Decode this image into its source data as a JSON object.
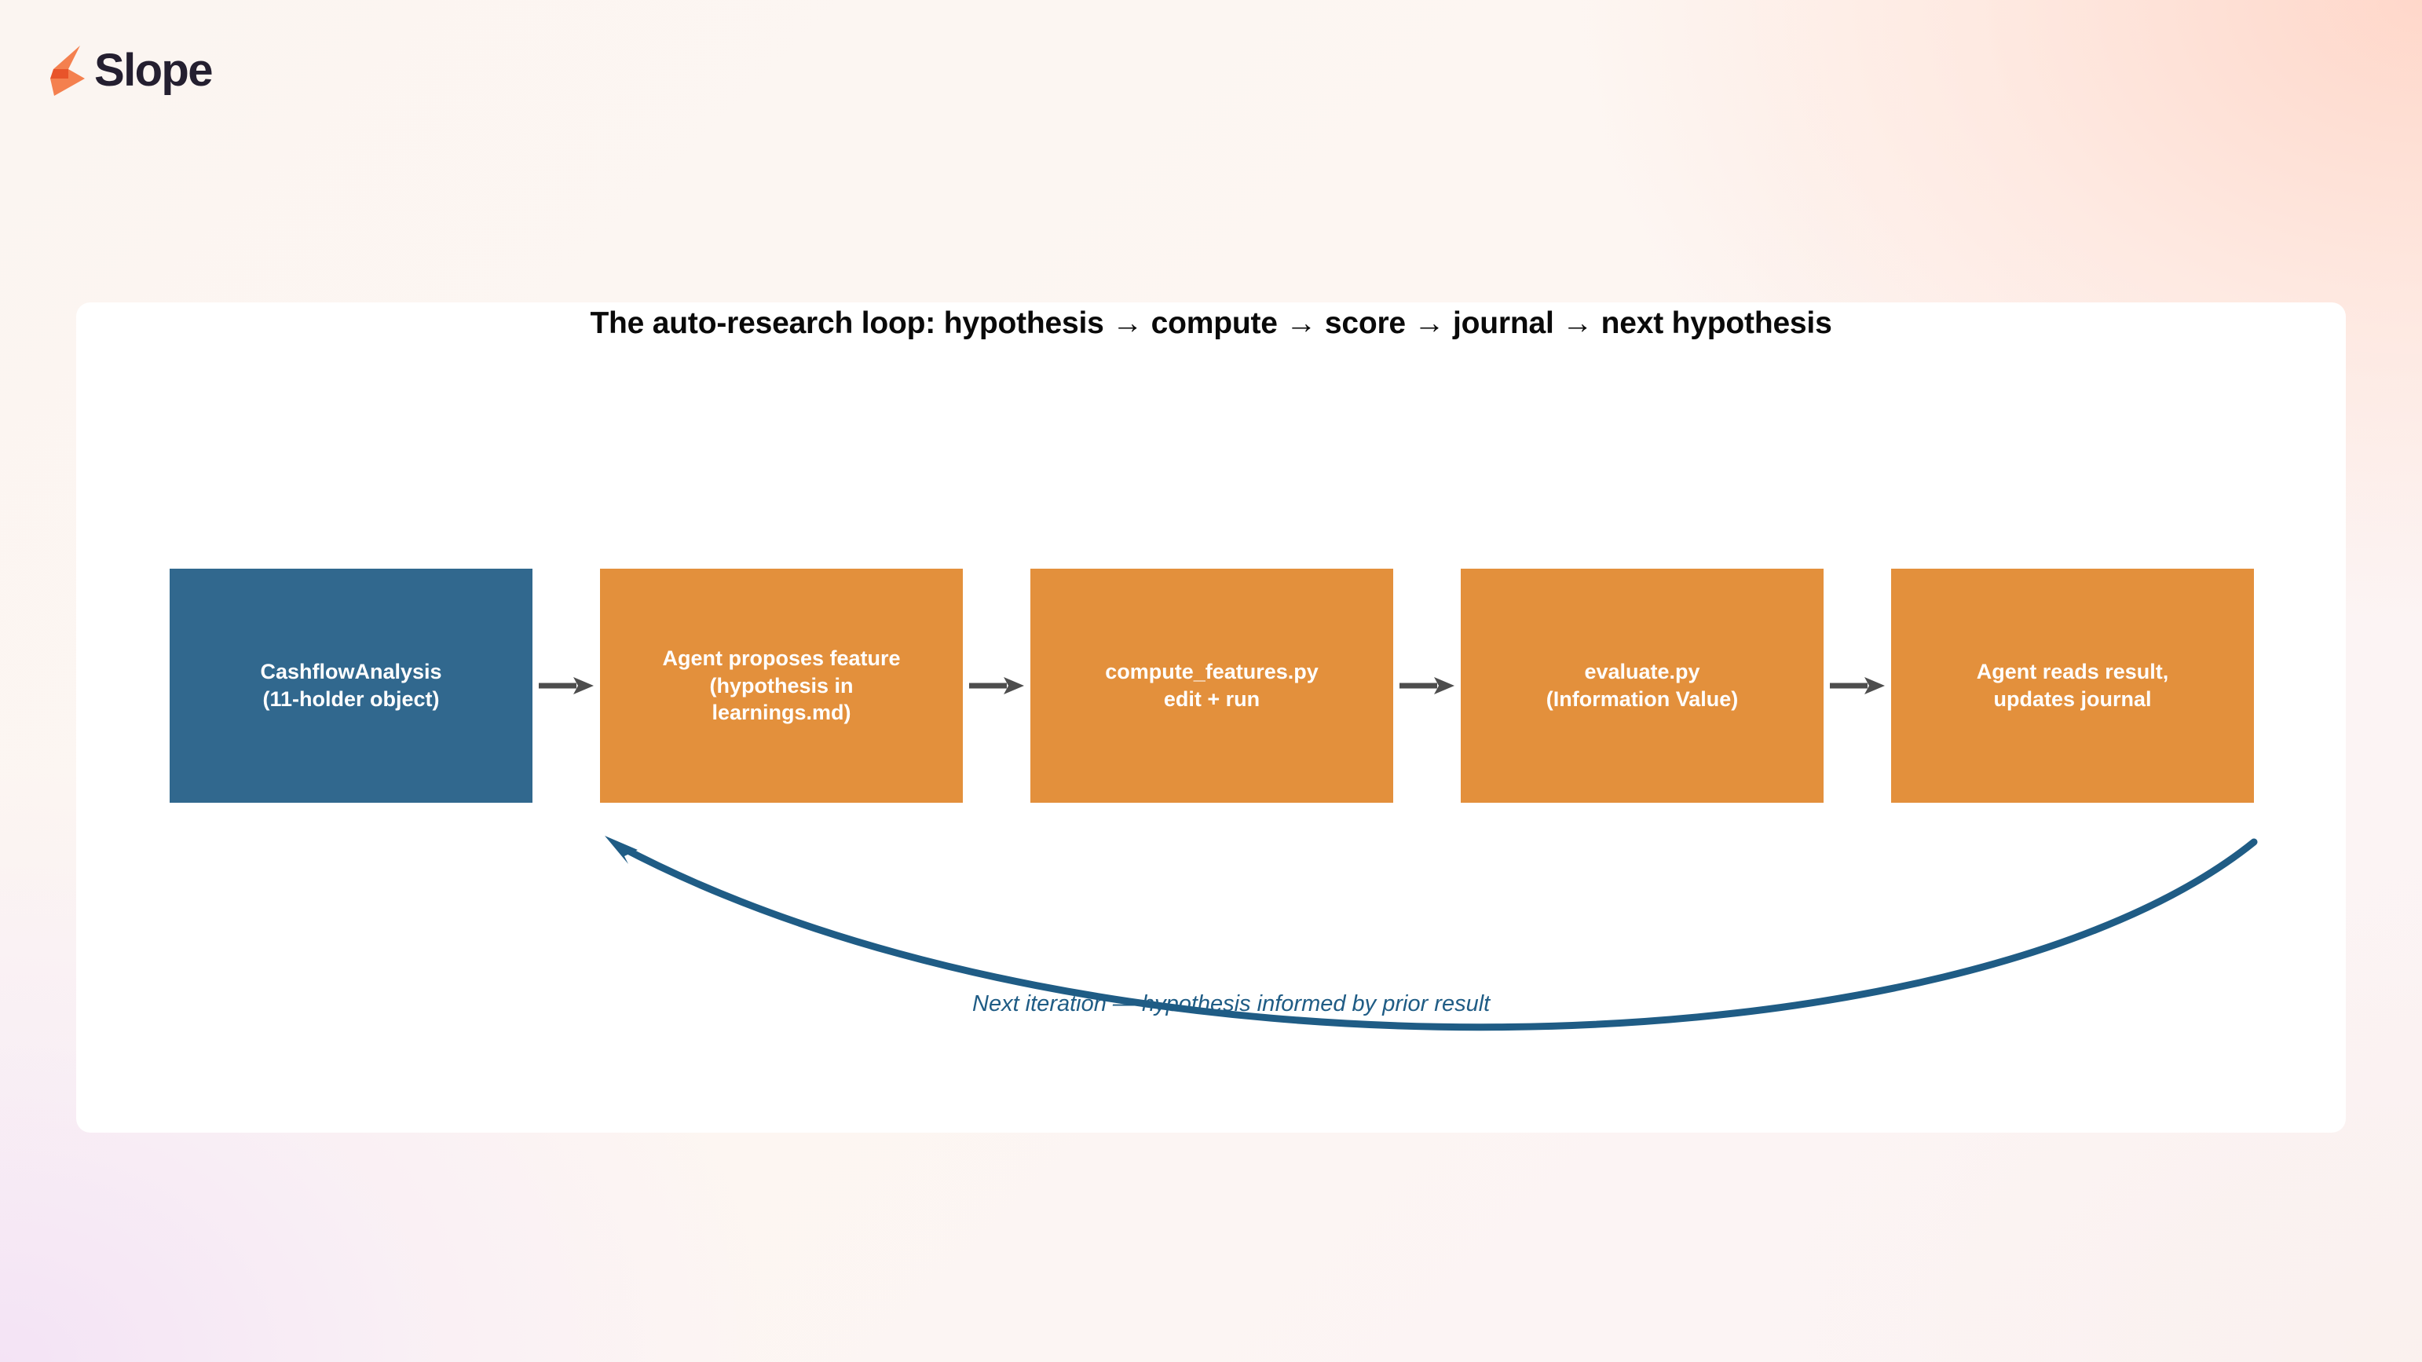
{
  "brand": {
    "name": "Slope",
    "mark_icon": "lightning-bolt-icon",
    "wordmark_color": "#241f30",
    "bolt_color_light": "#f4804f",
    "bolt_color_dark": "#e8542a"
  },
  "card": {
    "title": "The auto-research loop: hypothesis → compute → score → journal → next hypothesis",
    "background": "#ffffff"
  },
  "diagram": {
    "type": "flowchart",
    "orientation": "left-to-right",
    "node_fill_primary": "#31688e",
    "node_fill_secondary": "#e3903c",
    "node_text_color": "#ffffff",
    "connector_color": "#4d4d4d",
    "loop_color": "#1f5c85",
    "nodes": [
      {
        "id": "cashflow-analysis",
        "label": "CashflowAnalysis\n(11-holder object)",
        "color": "blue"
      },
      {
        "id": "agent-proposes-feature",
        "label": "Agent proposes feature\n(hypothesis in\nlearnings.md)",
        "color": "orange"
      },
      {
        "id": "compute-features",
        "label": "compute_features.py\nedit + run",
        "color": "orange"
      },
      {
        "id": "evaluate",
        "label": "evaluate.py\n(Information Value)",
        "color": "orange"
      },
      {
        "id": "agent-reads-result",
        "label": "Agent reads result,\nupdates journal",
        "color": "orange"
      }
    ],
    "connectors": [
      {
        "from": "cashflow-analysis",
        "to": "agent-proposes-feature"
      },
      {
        "from": "agent-proposes-feature",
        "to": "compute-features"
      },
      {
        "from": "compute-features",
        "to": "evaluate"
      },
      {
        "from": "evaluate",
        "to": "agent-reads-result"
      }
    ],
    "feedback_loop": {
      "from": "agent-reads-result",
      "to": "agent-proposes-feature",
      "caption": "Next iteration — hypothesis informed by prior result"
    }
  }
}
